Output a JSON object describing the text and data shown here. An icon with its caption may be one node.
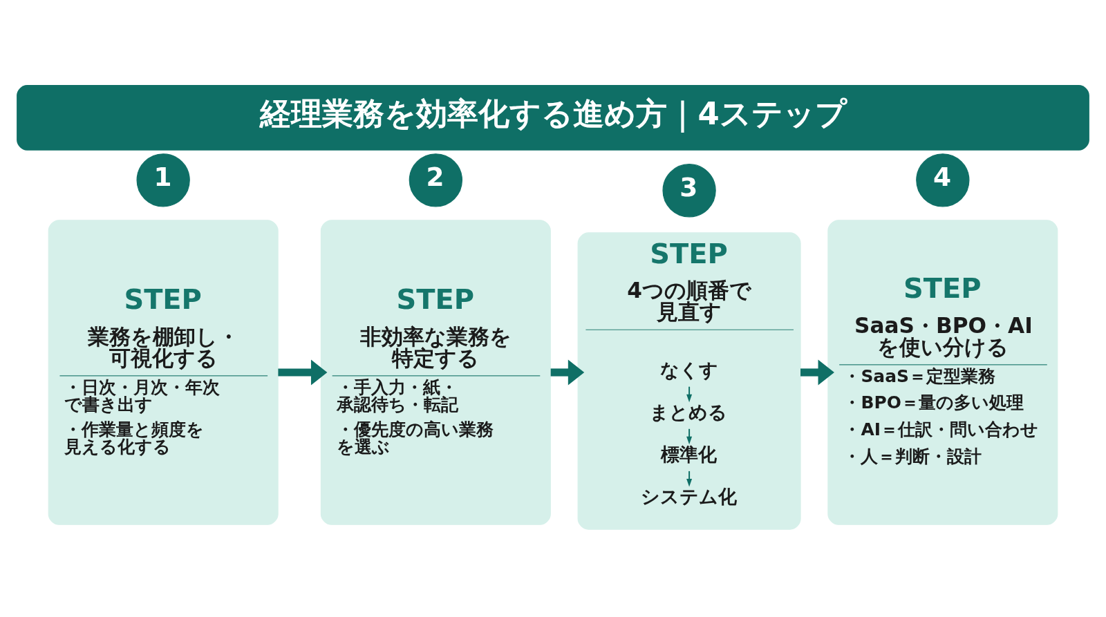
{
  "diagram": {
    "title": "経理業務を効率化する進め方｜4ステップ",
    "nodes": [
      {
        "text": [
          "1"
        ]
      },
      {
        "text": [
          "STEP",
          "業務を棚卸し・可視化する",
          "・日次・月次・年次で書き出す",
          "・作業量と頻度を見える化する"
        ]
      },
      {
        "text": [
          "2"
        ]
      },
      {
        "text": [
          "STEP",
          "非効率な業務を特定する",
          "・手入力・紙・承認待ち・転記",
          "・優先度の高い業務を選ぶ"
        ]
      },
      {
        "text": [
          "3"
        ]
      },
      {
        "text": [
          "STEP",
          "4つの順番で見直す"
        ]
      },
      {
        "text": [
          "なくす"
        ],
        "in": 5
      },
      {
        "text": [
          "まとめる"
        ],
        "in": 5
      },
      {
        "text": [
          "標準化"
        ],
        "in": 5
      },
      {
        "text": [
          "システム化"
        ],
        "in": 5
      },
      {
        "text": [
          "4"
        ]
      },
      {
        "text": [
          "STEP",
          "SaaS・BPO・AIを使い分ける",
          "・SaaS＝定型業務",
          "・BPO＝量の多い処理",
          "・AI＝仕訳・問い合わせ",
          "・人＝判断・設計"
        ]
      }
    ],
    "edges": [
      {
        "from": 1,
        "to": 3,
        "arrow": "to",
        "style": "thick"
      },
      {
        "from": 3,
        "to": 5,
        "arrow": "to",
        "style": "thick"
      },
      {
        "from": 5,
        "to": 11,
        "arrow": "to",
        "style": "thick"
      },
      {
        "from": 6,
        "to": 7,
        "arrow": "to"
      },
      {
        "from": 7,
        "to": 8,
        "arrow": "to"
      },
      {
        "from": 8,
        "to": 9,
        "arrow": "to"
      }
    ]
  }
}
